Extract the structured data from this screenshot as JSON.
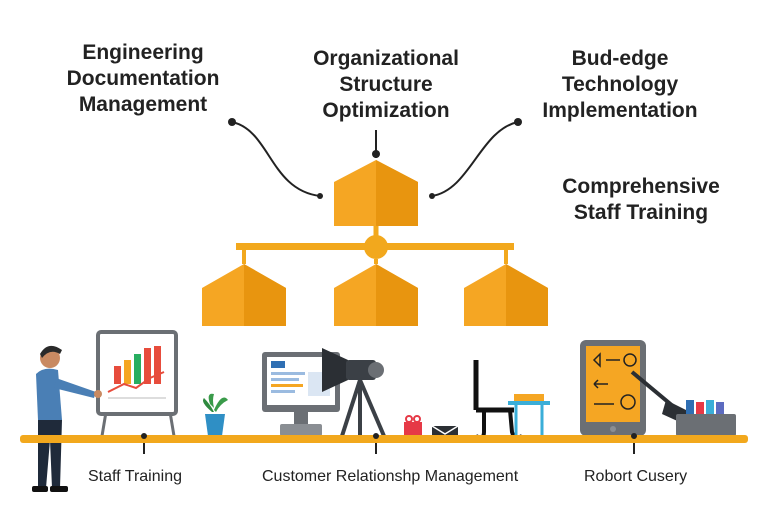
{
  "headings": {
    "documentation": "Engineering\nDocumentation\nManagement",
    "structure": "Organizational\nStructure\nOptimization",
    "technology": "Bud-edge\nTechnology\nImplementation",
    "training": "Comprehensive\nStaff Training"
  },
  "captions": {
    "left": "Staff Training",
    "center": "Customer Relationshp Management",
    "right": "Robort Cusery"
  },
  "colors": {
    "accent": "#f5a623",
    "accent_dark": "#e8950f",
    "shelf": "#f2a81d",
    "text": "#222222",
    "person_shirt": "#4a7fb5",
    "person_pants": "#1f2a3a",
    "device_gray": "#6b6f74",
    "screen_blue": "#2f6fb3"
  },
  "icons": [
    "presenter-person",
    "chart-board",
    "potted-plant",
    "computer-monitor",
    "projector",
    "gift-box",
    "envelope",
    "office-chair",
    "desk-table",
    "tablet-dashboard",
    "stylus-hand",
    "document-tray"
  ]
}
